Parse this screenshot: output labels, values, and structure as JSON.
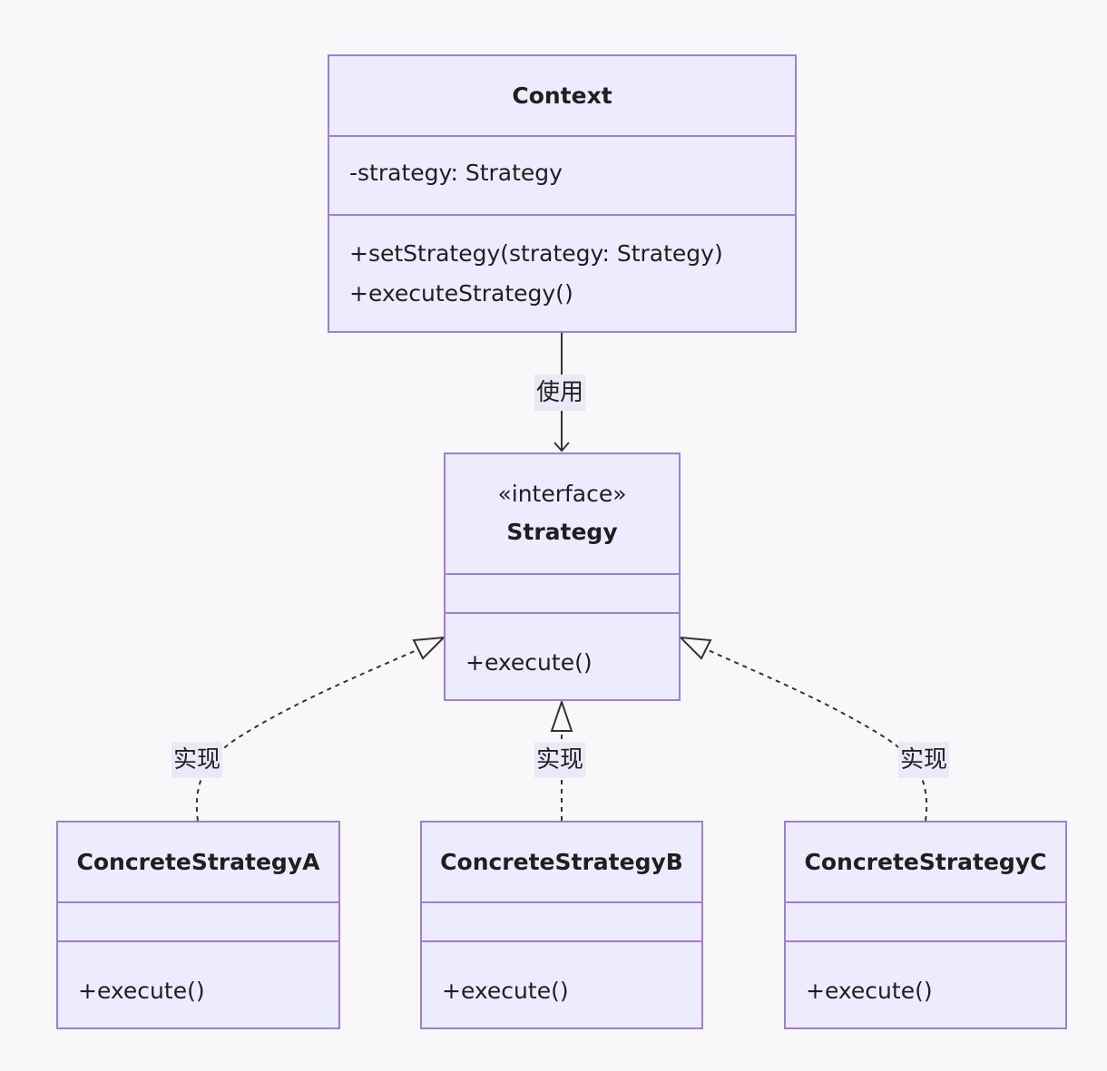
{
  "classes": {
    "context": {
      "name": "Context",
      "attributes": [
        "-strategy: Strategy"
      ],
      "methods": [
        "+setStrategy(strategy: Strategy)",
        "+executeStrategy()"
      ]
    },
    "strategy": {
      "stereotype": "«interface»",
      "name": "Strategy",
      "methods": [
        "+execute()"
      ]
    },
    "concrete_a": {
      "name": "ConcreteStrategyA",
      "methods": [
        "+execute()"
      ]
    },
    "concrete_b": {
      "name": "ConcreteStrategyB",
      "methods": [
        "+execute()"
      ]
    },
    "concrete_c": {
      "name": "ConcreteStrategyC",
      "methods": [
        "+execute()"
      ]
    }
  },
  "relations": {
    "uses_label": "使用",
    "implements_a_label": "实现",
    "implements_b_label": "实现",
    "implements_c_label": "实现"
  },
  "colors": {
    "class_fill": "#ececfe",
    "class_border": "#9d7fd6",
    "edge": "#333333",
    "background": "#f8f8fa"
  }
}
